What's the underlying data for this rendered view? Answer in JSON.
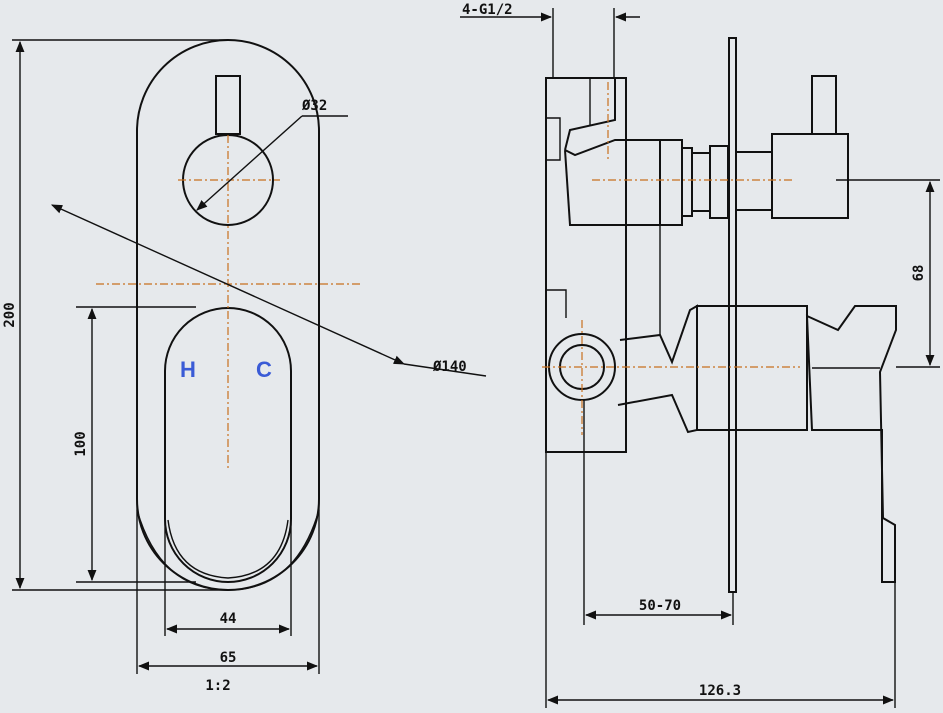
{
  "front_view": {
    "label_hot": "H",
    "label_cold": "C",
    "dim_height": "200",
    "dim_lever_height": "100",
    "dim_diverter_diameter": "Ø32",
    "dim_plate_diagonal": "Ø140",
    "dim_lever_width": "44",
    "dim_plate_width": "65",
    "scale": "1:2"
  },
  "side_view": {
    "dim_inlet_thread": "4-G1/2",
    "dim_center_distance": "68",
    "dim_wall_depth": "50-70",
    "dim_total_depth": "126.3"
  },
  "colors": {
    "background": "#e6e9ec",
    "line": "#111111",
    "centerline": "#c8701e",
    "hot_cold_label": "#3a5bd6"
  }
}
